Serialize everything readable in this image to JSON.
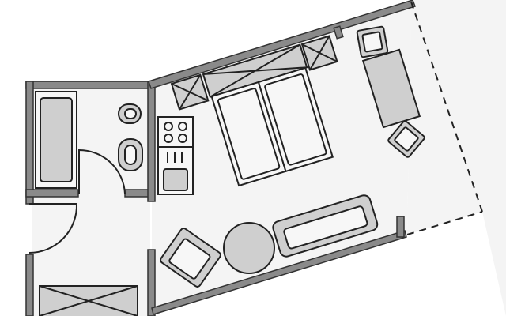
{
  "plan": {
    "colors": {
      "wall": "#8a8a8a",
      "furniture": "#cfcfcf",
      "floor": "#f4f4f4",
      "outline": "#222222"
    },
    "rooms": [
      "bathroom",
      "entrance",
      "main-room",
      "balcony"
    ]
  }
}
